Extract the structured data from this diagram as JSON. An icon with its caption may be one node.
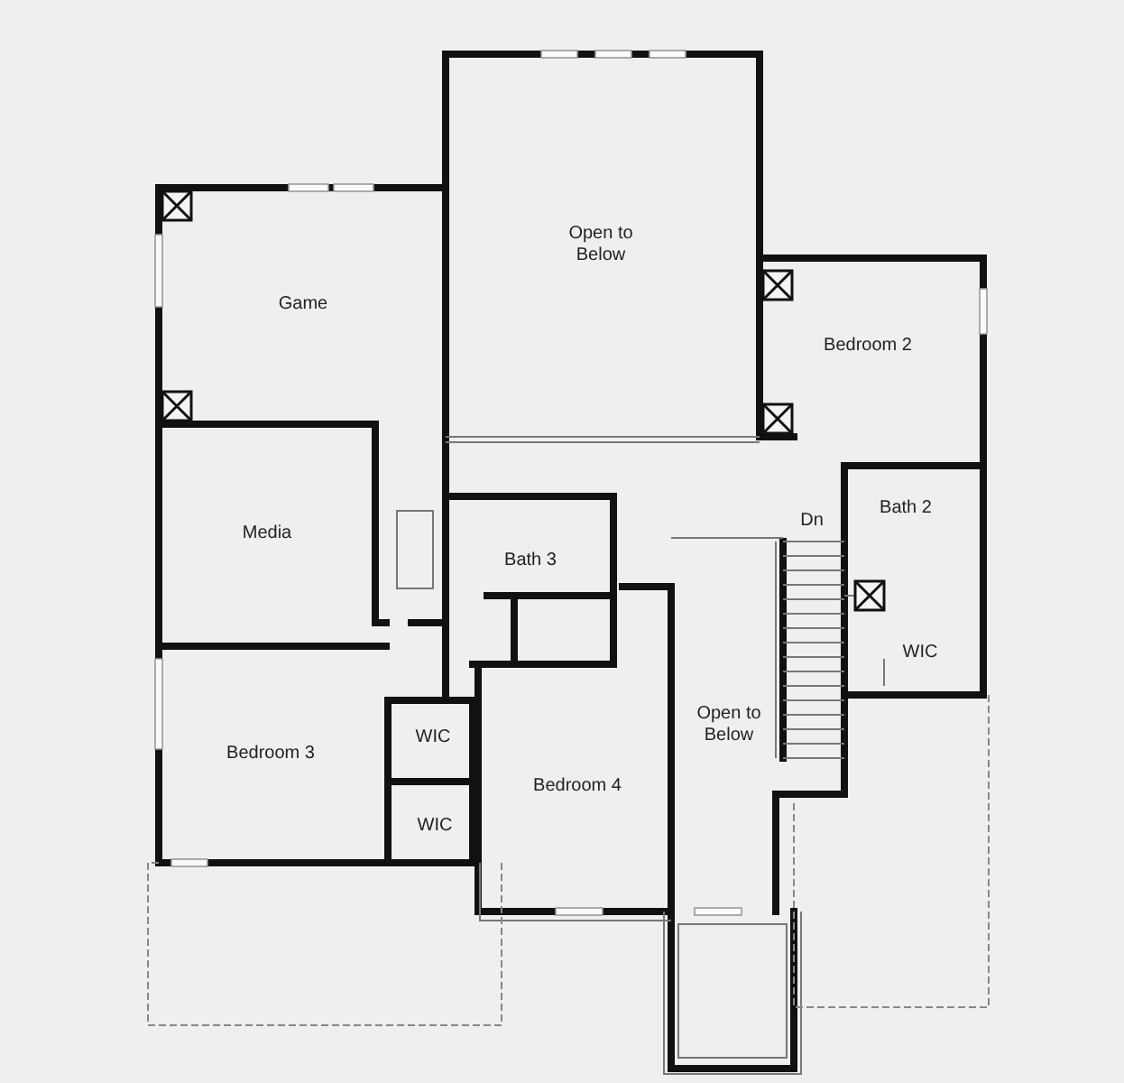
{
  "diagram": {
    "labels": [
      "Open to Below",
      "Game",
      "Bedroom 2",
      "Bath 2",
      "Dn",
      "Media",
      "Bath 3",
      "WIC",
      "WIC",
      "Open to Below",
      "Bedroom 3",
      "Bedroom 4",
      "WIC"
    ]
  }
}
